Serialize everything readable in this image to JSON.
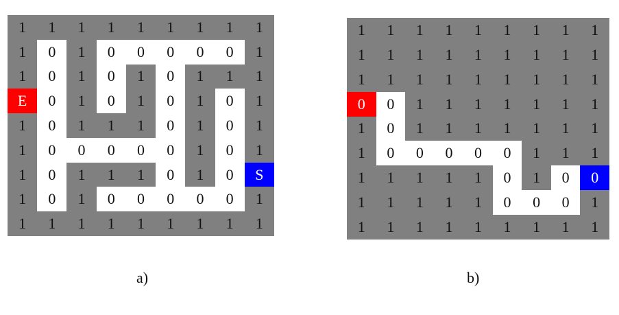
{
  "colors": {
    "wall": "#808080",
    "path": "#ffffff",
    "exit_marker": "#ff0000",
    "start_marker": "#0000ff"
  },
  "maze_a": {
    "caption": "a)",
    "rows": [
      [
        "1",
        "1",
        "1",
        "1",
        "1",
        "1",
        "1",
        "1",
        "1"
      ],
      [
        "1",
        "0",
        "1",
        "0",
        "0",
        "0",
        "0",
        "0",
        "1"
      ],
      [
        "1",
        "0",
        "1",
        "0",
        "1",
        "0",
        "1",
        "1",
        "1"
      ],
      [
        "E",
        "0",
        "1",
        "0",
        "1",
        "0",
        "1",
        "0",
        "1"
      ],
      [
        "1",
        "0",
        "1",
        "1",
        "1",
        "0",
        "1",
        "0",
        "1"
      ],
      [
        "1",
        "0",
        "0",
        "0",
        "0",
        "0",
        "1",
        "0",
        "1"
      ],
      [
        "1",
        "0",
        "1",
        "1",
        "1",
        "0",
        "1",
        "0",
        "S"
      ],
      [
        "1",
        "0",
        "1",
        "0",
        "0",
        "0",
        "0",
        "0",
        "1"
      ],
      [
        "1",
        "1",
        "1",
        "1",
        "1",
        "1",
        "1",
        "1",
        "1"
      ]
    ],
    "kinds": [
      [
        "1",
        "1",
        "1",
        "1",
        "1",
        "1",
        "1",
        "1",
        "1"
      ],
      [
        "1",
        "0",
        "1",
        "0",
        "0",
        "0",
        "0",
        "0",
        "1"
      ],
      [
        "1",
        "0",
        "1",
        "0",
        "1",
        "0",
        "1",
        "1",
        "1"
      ],
      [
        "E",
        "0",
        "1",
        "0",
        "1",
        "0",
        "1",
        "0",
        "1"
      ],
      [
        "1",
        "0",
        "1",
        "1",
        "1",
        "0",
        "1",
        "0",
        "1"
      ],
      [
        "1",
        "0",
        "0",
        "0",
        "0",
        "0",
        "1",
        "0",
        "1"
      ],
      [
        "1",
        "0",
        "1",
        "1",
        "1",
        "0",
        "1",
        "0",
        "S"
      ],
      [
        "1",
        "0",
        "1",
        "0",
        "0",
        "0",
        "0",
        "0",
        "1"
      ],
      [
        "1",
        "1",
        "1",
        "1",
        "1",
        "1",
        "1",
        "1",
        "1"
      ]
    ]
  },
  "maze_b": {
    "caption": "b)",
    "rows": [
      [
        "1",
        "1",
        "1",
        "1",
        "1",
        "1",
        "1",
        "1",
        "1"
      ],
      [
        "1",
        "1",
        "1",
        "1",
        "1",
        "1",
        "1",
        "1",
        "1"
      ],
      [
        "1",
        "1",
        "1",
        "1",
        "1",
        "1",
        "1",
        "1",
        "1"
      ],
      [
        "0",
        "0",
        "1",
        "1",
        "1",
        "1",
        "1",
        "1",
        "1"
      ],
      [
        "1",
        "0",
        "1",
        "1",
        "1",
        "1",
        "1",
        "1",
        "1"
      ],
      [
        "1",
        "0",
        "0",
        "0",
        "0",
        "0",
        "1",
        "1",
        "1"
      ],
      [
        "1",
        "1",
        "1",
        "1",
        "1",
        "0",
        "1",
        "0",
        "0"
      ],
      [
        "1",
        "1",
        "1",
        "1",
        "1",
        "0",
        "0",
        "0",
        "1"
      ],
      [
        "1",
        "1",
        "1",
        "1",
        "1",
        "1",
        "1",
        "1",
        "1"
      ]
    ],
    "kinds": [
      [
        "1",
        "1",
        "1",
        "1",
        "1",
        "1",
        "1",
        "1",
        "1"
      ],
      [
        "1",
        "1",
        "1",
        "1",
        "1",
        "1",
        "1",
        "1",
        "1"
      ],
      [
        "1",
        "1",
        "1",
        "1",
        "1",
        "1",
        "1",
        "1",
        "1"
      ],
      [
        "R",
        "0",
        "1",
        "1",
        "1",
        "1",
        "1",
        "1",
        "1"
      ],
      [
        "1",
        "0",
        "1",
        "1",
        "1",
        "1",
        "1",
        "1",
        "1"
      ],
      [
        "1",
        "0",
        "0",
        "0",
        "0",
        "0",
        "1",
        "1",
        "1"
      ],
      [
        "1",
        "1",
        "1",
        "1",
        "1",
        "0",
        "1",
        "0",
        "B"
      ],
      [
        "1",
        "1",
        "1",
        "1",
        "1",
        "0",
        "0",
        "0",
        "1"
      ],
      [
        "1",
        "1",
        "1",
        "1",
        "1",
        "1",
        "1",
        "1",
        "1"
      ]
    ]
  }
}
